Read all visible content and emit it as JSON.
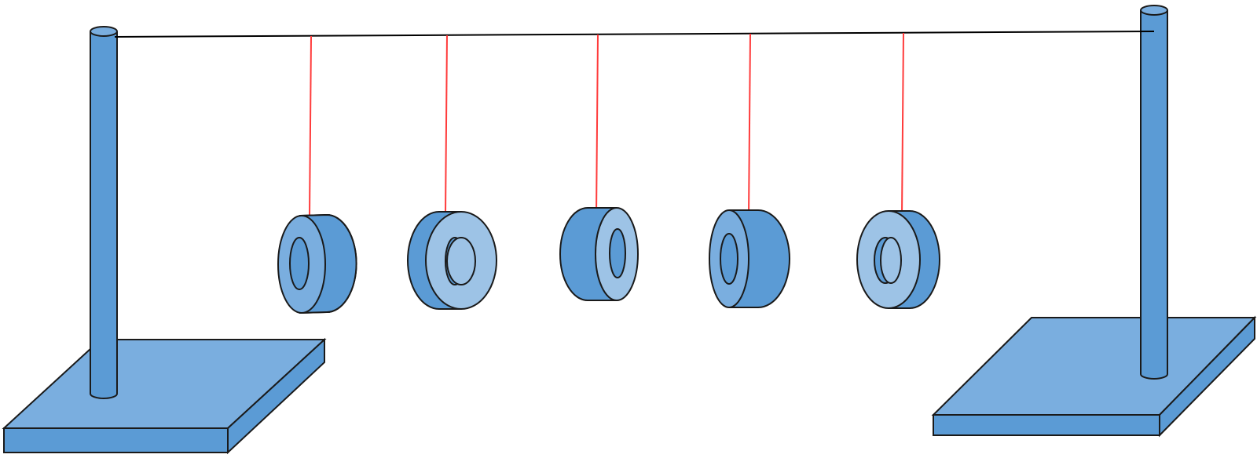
{
  "diagram": {
    "description_free": true,
    "colors": {
      "frame_fill": "#5b9bd5",
      "base_top": "#7aaedf",
      "base_side": "#5b9bd5",
      "ring_outer": "#5b9bd5",
      "ring_face": "#9dc3e6",
      "ring_dark": "#5b9bd5",
      "string_black": "#000000",
      "string_red": "#ff0000",
      "outline": "#1a1a1a"
    },
    "rings": [
      {
        "name": "ring-1",
        "facing": "left"
      },
      {
        "name": "ring-2",
        "facing": "right"
      },
      {
        "name": "ring-3",
        "facing": "right"
      },
      {
        "name": "ring-4",
        "facing": "left"
      },
      {
        "name": "ring-5",
        "facing": "left"
      }
    ]
  }
}
